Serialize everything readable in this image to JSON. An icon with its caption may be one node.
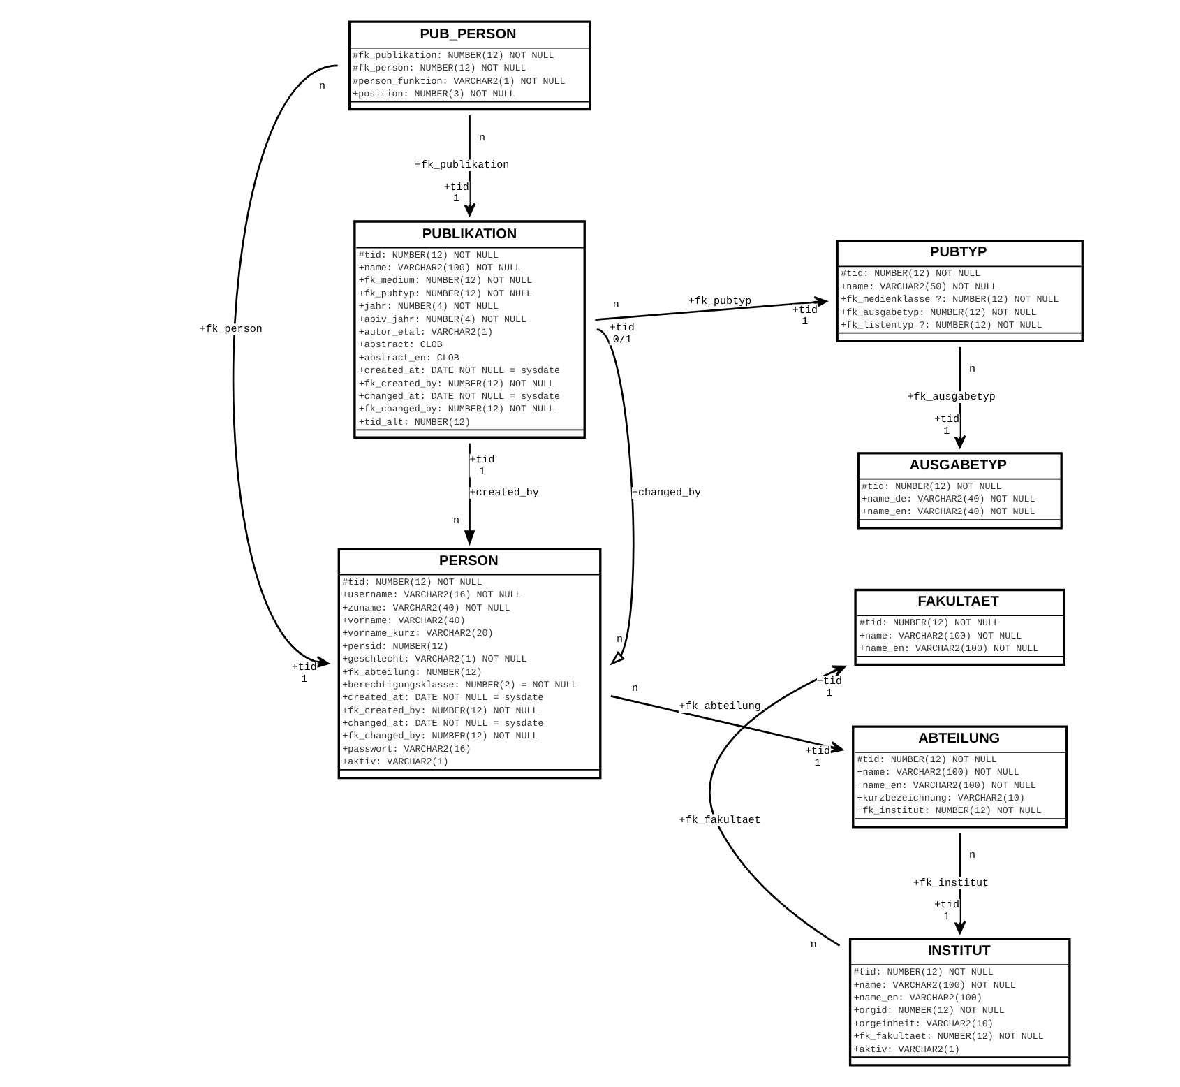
{
  "diagram": {
    "nodes": [
      {
        "text": [
          "PERSON",
          "#tid: NUMBER(12) NOT NULL",
          "+username: VARCHAR2(16) NOT NULL",
          "+zuname: VARCHAR2(40) NOT NULL",
          "+vorname: VARCHAR2(40)",
          "+vorname_kurz: VARCHAR2(20)",
          "+persid: NUMBER(12)",
          "+geschlecht: VARCHAR2(1) NOT NULL",
          "+fk_abteilung: NUMBER(12)",
          "+berechtigungsklasse: NUMBER(2) = NOT NULL",
          "+created_at: DATE NOT NULL = sysdate",
          "+fk_created_by: NUMBER(12) NOT NULL",
          "+changed_at: DATE NOT NULL = sysdate",
          "+fk_changed_by: NUMBER(12) NOT NULL",
          "+passwort: VARCHAR2(16)",
          "+aktiv: VARCHAR2(1)"
        ]
      },
      {
        "text": [
          "ABTEILUNG",
          "#tid: NUMBER(12) NOT NULL",
          "+name: VARCHAR2(100) NOT NULL",
          "+name_en: VARCHAR2(100) NOT NULL",
          "+kurzbezeichnung: VARCHAR2(10)",
          "+fk_institut: NUMBER(12) NOT NULL"
        ]
      },
      {
        "text": [
          "INSTITUT",
          "#tid: NUMBER(12) NOT NULL",
          "+name: VARCHAR2(100) NOT NULL",
          "+name_en: VARCHAR2(100)",
          "+orgid: NUMBER(12) NOT NULL",
          "+orgeinheit: VARCHAR2(10)",
          "+fk_fakultaet: NUMBER(12) NOT NULL",
          "+aktiv: VARCHAR2(1)"
        ]
      },
      {
        "text": [
          "FAKULTAET",
          "#tid: NUMBER(12) NOT NULL",
          "+name: VARCHAR2(100) NOT NULL",
          "+name_en: VARCHAR2(100) NOT NULL"
        ]
      },
      {
        "text": [
          "PUB_PERSON",
          "#fk_publikation: NUMBER(12) NOT NULL",
          "#fk_person: NUMBER(12) NOT NULL",
          "#person_funktion: VARCHAR2(1) NOT NULL",
          "+position: NUMBER(3) NOT NULL"
        ]
      },
      {
        "text": [
          "PUBLIKATION",
          "#tid: NUMBER(12) NOT NULL",
          "+name: VARCHAR2(100) NOT NULL",
          "+fk_medium: NUMBER(12) NOT NULL",
          "+fk_pubtyp: NUMBER(12) NOT NULL",
          "+jahr: NUMBER(4) NOT NULL",
          "+abiv_jahr: NUMBER(4) NOT NULL",
          "+autor_etal: VARCHAR2(1)",
          "+abstract: CLOB",
          "+abstract_en: CLOB",
          "+created_at: DATE NOT NULL = sysdate",
          "+fk_created_by: NUMBER(12) NOT NULL",
          "+changed_at: DATE NOT NULL = sysdate",
          "+fk_changed_by: NUMBER(12) NOT NULL",
          "+tid_alt: NUMBER(12)"
        ]
      },
      {
        "text": [
          "PUBTYP",
          "#tid: NUMBER(12) NOT NULL",
          "+name: VARCHAR2(50) NOT NULL",
          "+fk_medienklasse ?: NUMBER(12) NOT NULL",
          "+fk_ausgabetyp: NUMBER(12) NOT NULL",
          "+fk_listentyp ?: NUMBER(12) NOT NULL"
        ]
      },
      {
        "text": [
          "AUSGABETYP",
          "#tid: NUMBER(12) NOT NULL",
          "+name_de: VARCHAR2(40) NOT NULL",
          "+name_en: VARCHAR2(40) NOT NULL"
        ]
      }
    ],
    "edges": [
      {
        "from": 5,
        "to": 0,
        "arrow": "to",
        "label": "+changed_by"
      },
      {
        "from": 5,
        "to": 0,
        "arrow": "to",
        "label": "+created_by"
      },
      {
        "from": 4,
        "to": 0,
        "arrow": "to",
        "label": "+fk_person"
      },
      {
        "from": 4,
        "to": 5,
        "arrow": "to",
        "label": "+fk_publikation"
      },
      {
        "from": 0,
        "to": 1,
        "arrow": "to",
        "label": "+fk_abteilung"
      },
      {
        "from": 1,
        "to": 2,
        "arrow": "to",
        "label": "+fk_institut"
      },
      {
        "from": 2,
        "to": 3,
        "arrow": "to",
        "label": "+fk_fakultaet"
      },
      {
        "from": 5,
        "to": 6,
        "arrow": "to",
        "label": "+fk_pubtyp"
      },
      {
        "from": 6,
        "to": 7,
        "arrow": "to",
        "label": "+fk_ausgabetyp"
      }
    ],
    "labels": [
      "n",
      "+tid",
      "0/1",
      "n",
      "+tid",
      "1",
      "n",
      "+tid",
      "1",
      "n",
      "+tid",
      "1",
      "n",
      "+tid",
      "1",
      "n",
      "+tid",
      "1",
      "n",
      "+tid",
      "1",
      "n",
      "+tid",
      "1",
      "n",
      "+tid",
      "1"
    ]
  }
}
